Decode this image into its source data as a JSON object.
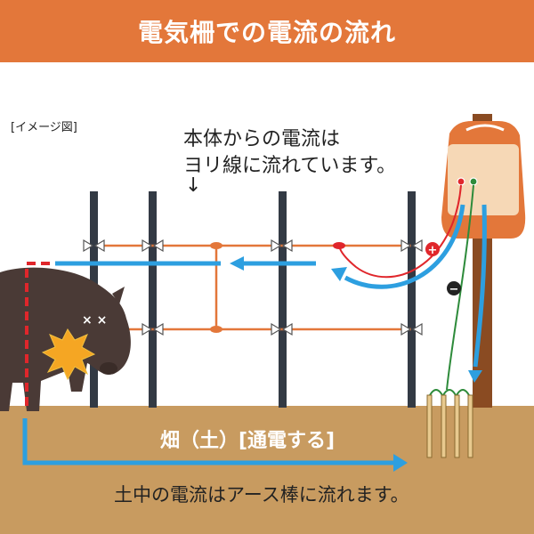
{
  "header": {
    "title": "電気柵での電流の流れ"
  },
  "labels": {
    "image_label": "[イメージ図]",
    "callout_line1": "本体からの電流は",
    "callout_line2": "ヨリ線に流れています。",
    "callout_arrow": "↓",
    "field": "畑（土）[通電する]",
    "ground_current": "土中の電流はアース棒に流れます。"
  },
  "colors": {
    "header_bg": "#e3773a",
    "soil": "#c89b60",
    "wire": "#e3773a",
    "current_arrow": "#2d9fe0",
    "positive_wire": "#e0262b",
    "negative_wire": "#2e8b3b",
    "post": "#333a44",
    "wood_pole": "#8a4b22",
    "energizer": "#e3773a",
    "boar": "#4a3a36",
    "spark": "#f5a623"
  },
  "terminals": {
    "positive": "+",
    "negative": "−"
  }
}
